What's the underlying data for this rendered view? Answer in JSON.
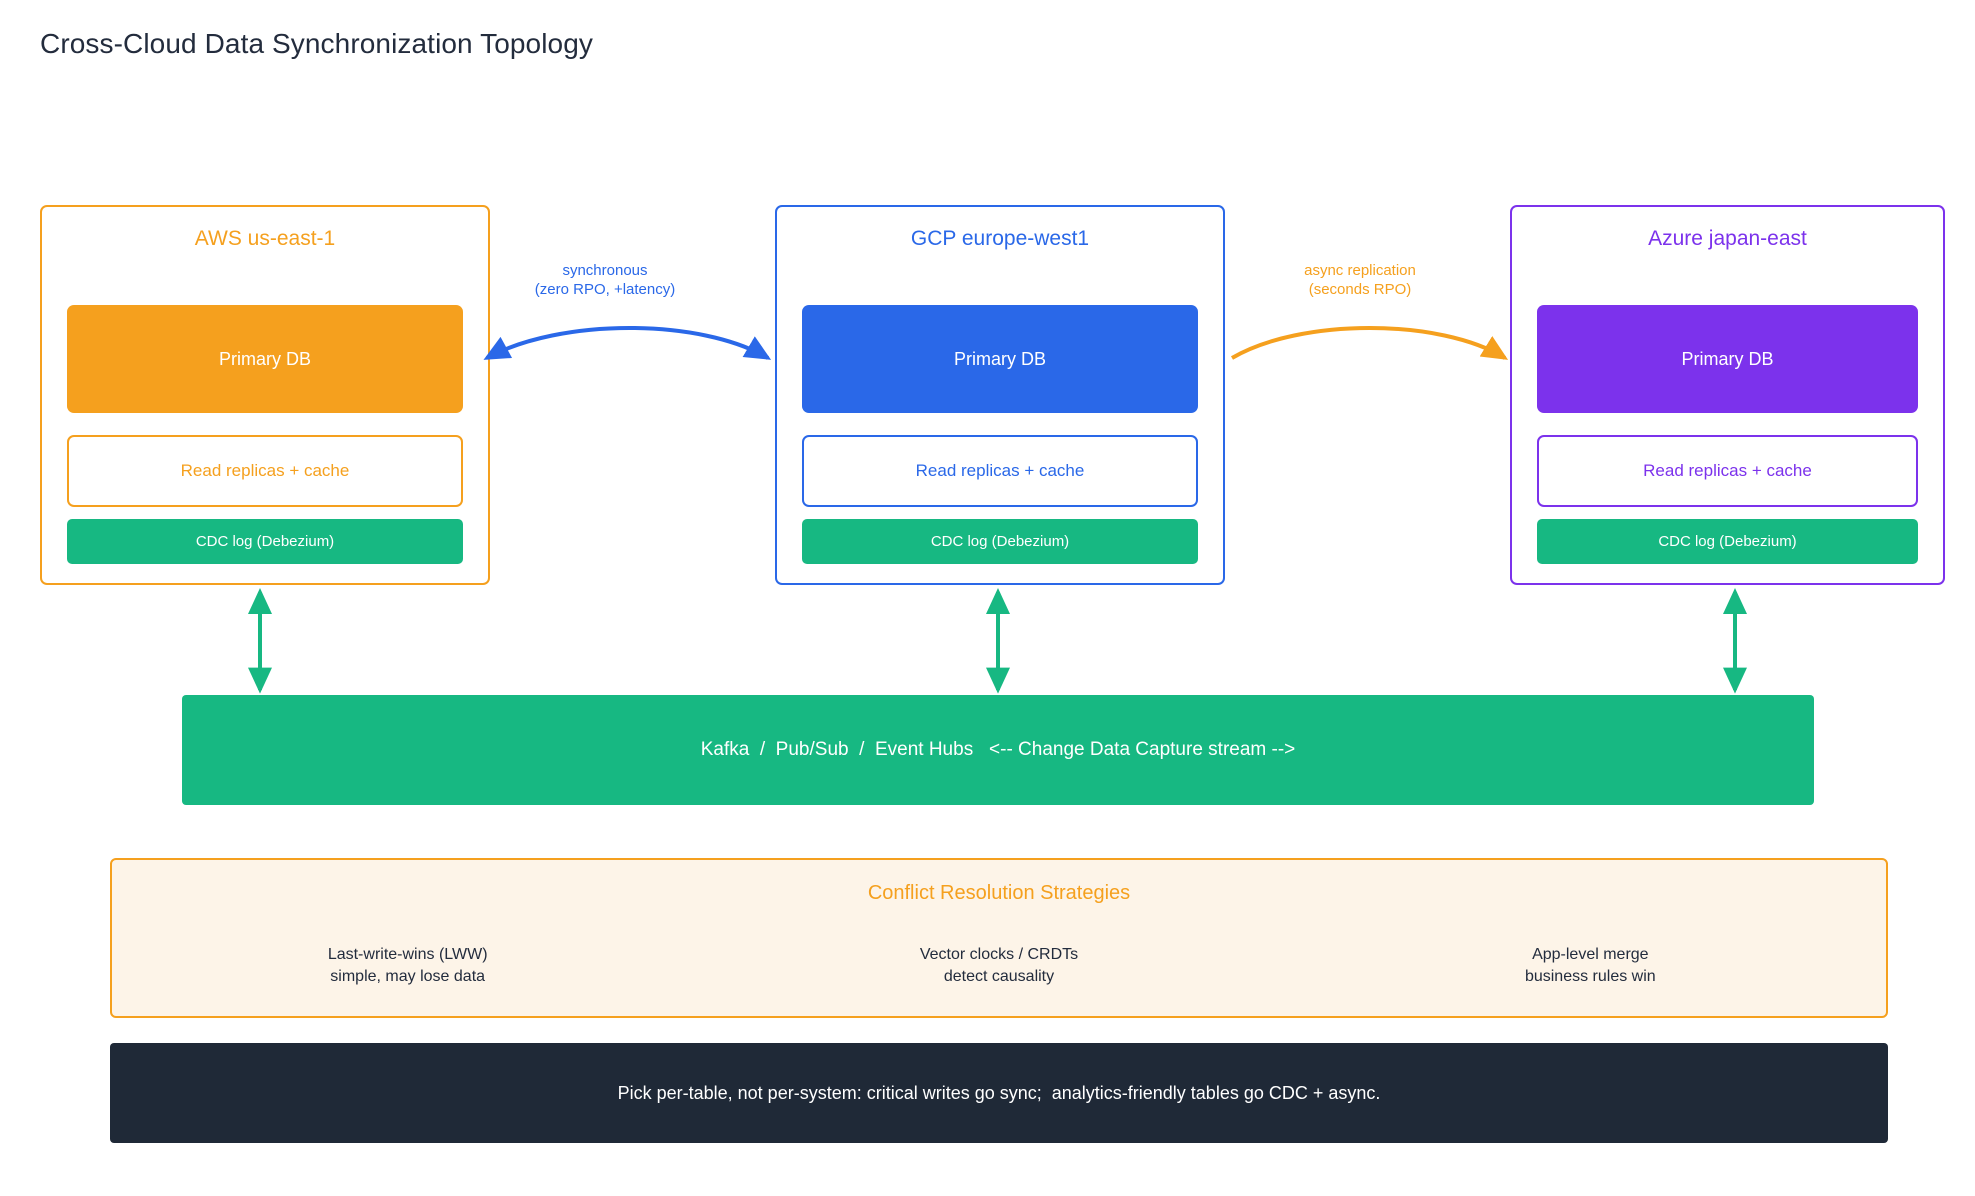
{
  "title": "Cross-Cloud Data Synchronization Topology",
  "colors": {
    "aws": "#f5a01e",
    "gcp": "#2a68e8",
    "azure": "#7c32ec",
    "stream": "#17b882",
    "footer_bg": "#1f2937",
    "conflict_bg": "#fdf4e8",
    "text": "#232c3d"
  },
  "clouds": [
    {
      "id": "aws",
      "title": "AWS  us-east-1",
      "primary_db": "Primary DB",
      "read_replicas": "Read replicas + cache",
      "cdc_log": "CDC log (Debezium)"
    },
    {
      "id": "gcp",
      "title": "GCP  europe-west1",
      "primary_db": "Primary DB",
      "read_replicas": "Read replicas + cache",
      "cdc_log": "CDC log (Debezium)"
    },
    {
      "id": "azure",
      "title": "Azure  japan-east",
      "primary_db": "Primary DB",
      "read_replicas": "Read replicas + cache",
      "cdc_log": "CDC log (Debezium)"
    }
  ],
  "connectors": [
    {
      "id": "aws-gcp",
      "label": "synchronous\n(zero RPO, +latency)",
      "color": "#2a68e8",
      "direction": "bidirectional"
    },
    {
      "id": "gcp-azure",
      "label": "async replication\n(seconds RPO)",
      "color": "#f5a01e",
      "direction": "right"
    }
  ],
  "stream_bar": {
    "label": "Kafka  /  Pub/Sub  /  Event Hubs   <-- Change Data Capture stream -->"
  },
  "conflict": {
    "title": "Conflict Resolution Strategies",
    "strategies": [
      {
        "name": "Last-write-wins (LWW)",
        "note": "simple, may lose data",
        "text": "Last-write-wins (LWW)\nsimple, may lose data"
      },
      {
        "name": "Vector clocks / CRDTs",
        "note": "detect causality",
        "text": "Vector clocks / CRDTs\ndetect causality"
      },
      {
        "name": "App-level merge",
        "note": "business rules win",
        "text": "App-level merge\nbusiness rules win"
      }
    ]
  },
  "footer": {
    "text": "Pick per-table, not per-system: critical writes go sync;  analytics-friendly tables go CDC + async."
  }
}
